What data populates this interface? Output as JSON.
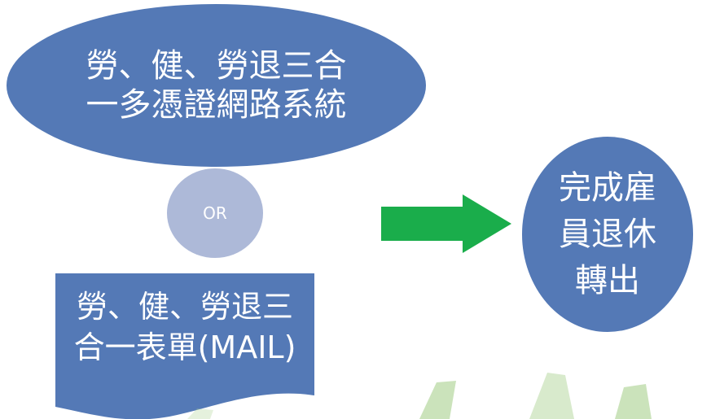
{
  "diagram": {
    "ellipse_text": [
      "勞、健、勞退三合",
      "一多憑證網路系統"
    ],
    "or_label": "OR",
    "document_text": [
      "勞、健、勞退三",
      "合一表單(MAIL)"
    ],
    "result_text": [
      "完成雇",
      "員退休",
      "轉出"
    ]
  },
  "colors": {
    "shape_blue": "#5479b6",
    "or_circle": "#adb9d8",
    "arrow_green": "#1aad4b",
    "deco_green": "#a8d08d",
    "text": "#ffffff"
  }
}
